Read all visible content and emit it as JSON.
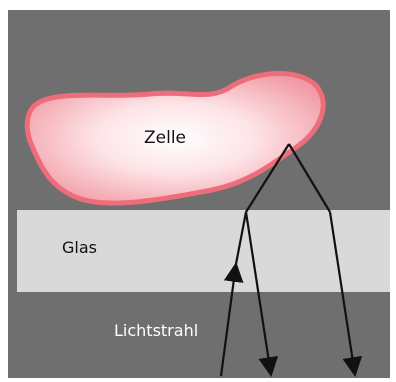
{
  "labels": {
    "cell": "Zelle",
    "glass": "Glas",
    "beam": "Lichtstrahl"
  },
  "colors": {
    "background": "#ffffff",
    "chamber": "#6f6f6f",
    "glass_layer": "#d9d9d9",
    "cell_outline": "#ee6d7a",
    "cell_center": "#ffffff",
    "cell_edge": "#f4a9b0",
    "ray": "#111111",
    "label_dark": "#111111",
    "label_light": "#ffffff"
  }
}
